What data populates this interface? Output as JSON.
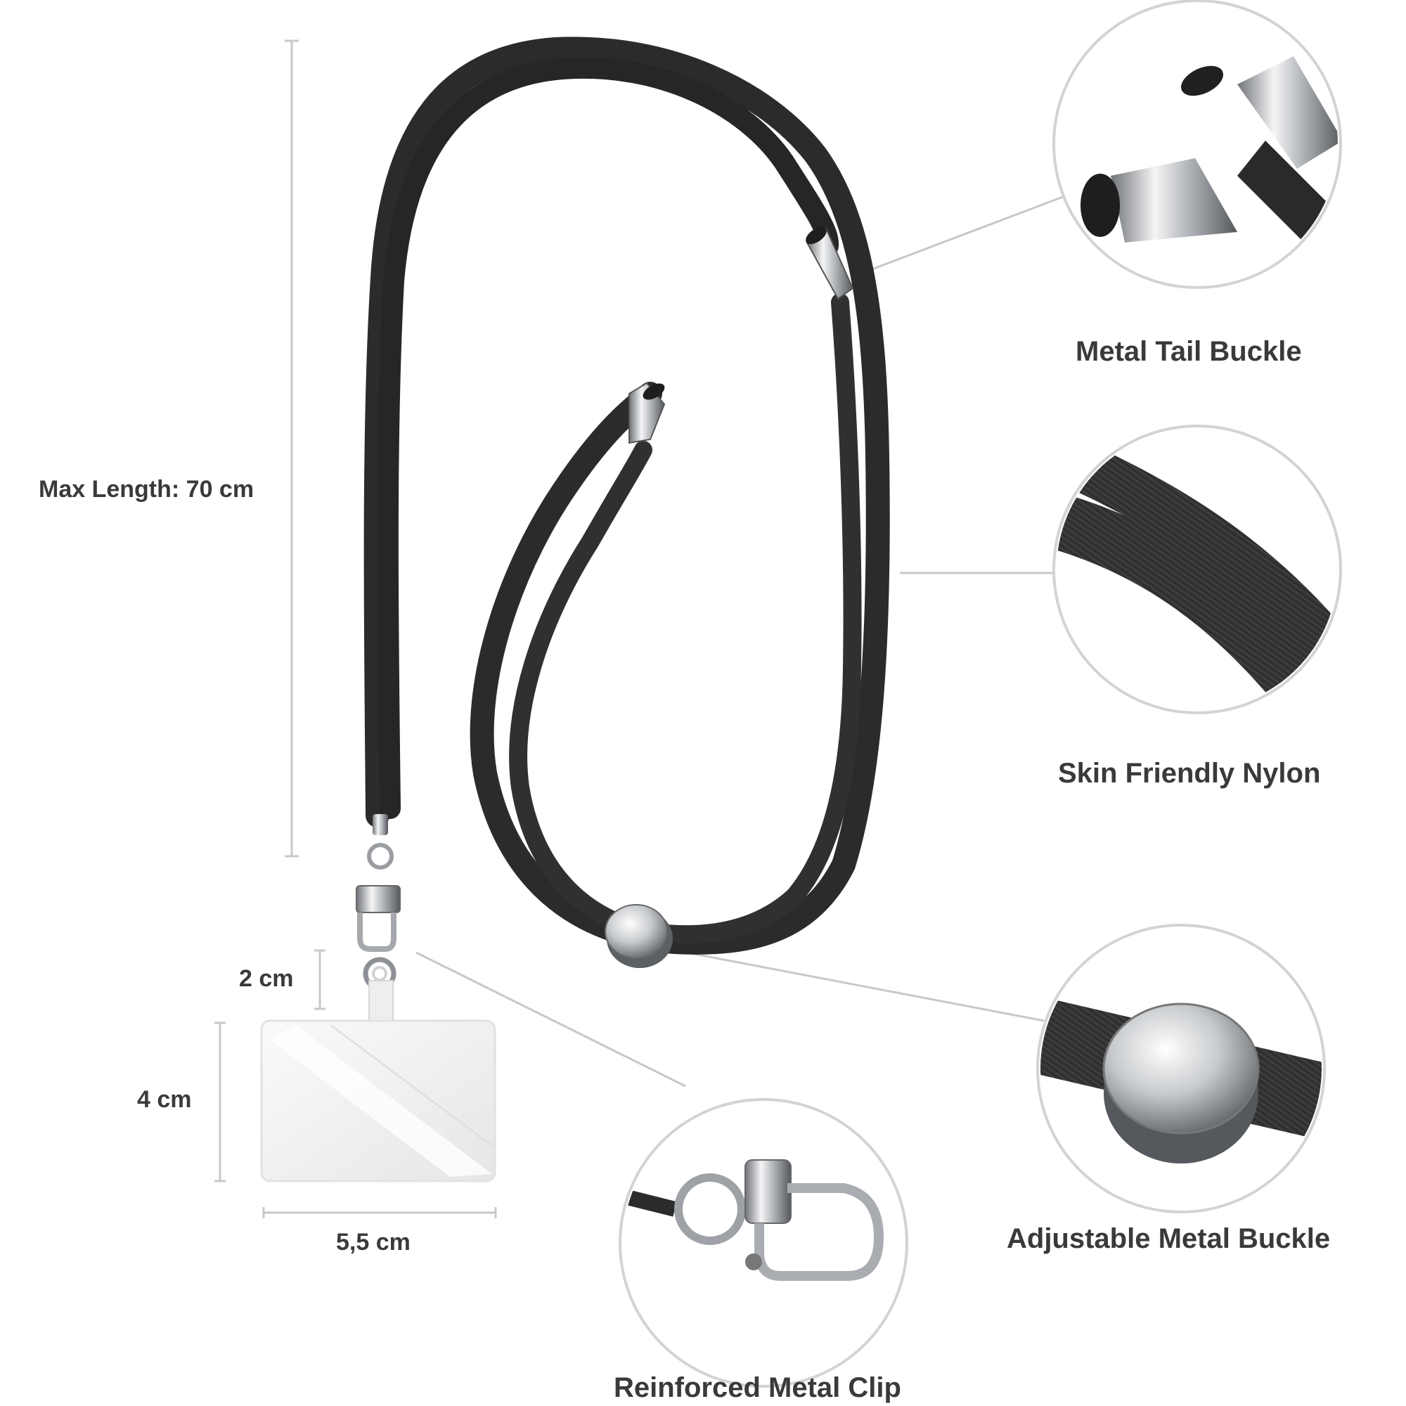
{
  "dimensions": {
    "max_length": "Max Length: 70 cm",
    "tab_height": "2 cm",
    "card_height": "4 cm",
    "card_width": "5,5 cm"
  },
  "features": [
    {
      "label": "Metal Tail Buckle",
      "icon": "metal-tail-buckle-closeup"
    },
    {
      "label": "Skin Friendly Nylon",
      "icon": "nylon-cord-closeup"
    },
    {
      "label": "Adjustable Metal Buckle",
      "icon": "slider-bead-closeup"
    },
    {
      "label": "Reinforced Metal Clip",
      "icon": "clip-closeup"
    }
  ],
  "colors": {
    "cord": "#2b2b2b",
    "metal": "#c9ccd0",
    "guide": "#c8c8c8",
    "text": "#3a3a3a"
  }
}
